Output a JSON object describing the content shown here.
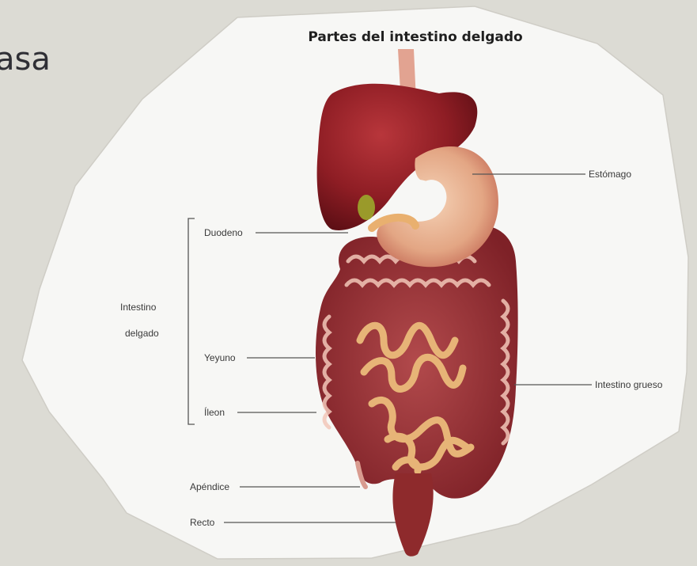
{
  "title": "Partes del intestino delgado",
  "handwriting": "asa",
  "labels": {
    "estomago": "Estómago",
    "duodeno": "Duodeno",
    "intestino_delgado_line1": "Intestino",
    "intestino_delgado_line2": "delgado",
    "yeyuno": "Yeyuno",
    "ileon": "Íleon",
    "intestino_grueso": "Intestino grueso",
    "apendice": "Apéndice",
    "recto": "Recto"
  },
  "colors": {
    "background": "#dcdbd4",
    "paper": "#f7f7f5",
    "liver": "#8e1d24",
    "stomach": "#e8b08e",
    "intestine": "#a33a3f",
    "small_intestine": "#e7b477"
  }
}
